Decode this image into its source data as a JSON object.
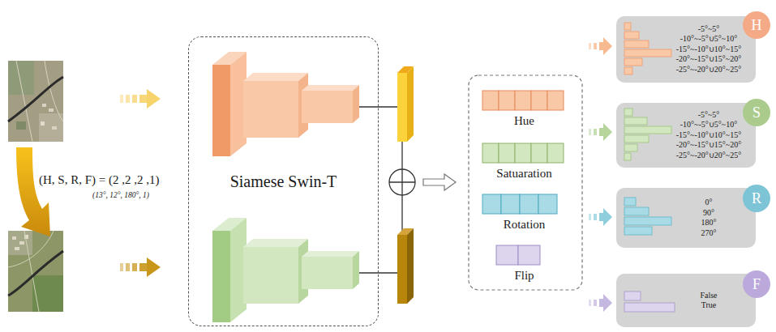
{
  "diagram": {
    "nodes": [
      {
        "text": [
          "Siamese Swin-T"
        ]
      },
      {
        "text": [
          "Hue"
        ]
      },
      {
        "text": [
          "Satuaration"
        ]
      },
      {
        "text": [
          "Rotation"
        ]
      },
      {
        "text": [
          "Flip"
        ]
      },
      {
        "text": [
          "-5°~5°",
          "-10°~-5°∪5°~10°",
          "-15°~-10°∪10°~15°",
          "-20°~-15°∪15°~20°",
          "-25°~-20°∪20°~25°"
        ]
      },
      {
        "text": [
          "H"
        ]
      },
      {
        "text": [
          "-5°~5°",
          "-10°~-5°∪5°~10°",
          "-15°~-10°∪10°~15°",
          "-20°~-15°∪15°~20°",
          "-25°~-20°∪20°~25°"
        ]
      },
      {
        "text": [
          "S"
        ]
      },
      {
        "text": [
          "0°",
          "90°",
          "180°",
          "270°"
        ]
      },
      {
        "text": [
          "R"
        ]
      },
      {
        "text": [
          "False",
          "True"
        ]
      },
      {
        "text": [
          "F"
        ]
      }
    ],
    "labels": [
      "(H, S, R, F) = (2 ,2 ,2 ,1)",
      "(13°, 12°, 180°, 1)"
    ]
  }
}
